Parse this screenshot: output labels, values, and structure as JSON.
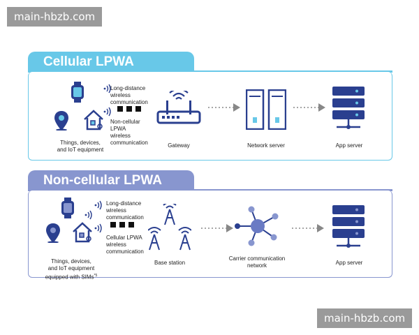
{
  "watermark_top": "main-hbzb.com",
  "watermark_bottom": "main-hbzb.com",
  "colors": {
    "cellular_accent": "#68c8e8",
    "noncellular_accent": "#8896cf",
    "icon": "#2a3f8f"
  },
  "cellular": {
    "title": "Cellular LPWA",
    "devices_label": "Things, devices,\nand IoT equipment",
    "long_distance_label": "Long-distance\nwireless\ncommunication",
    "noncellular_lpwa_label": "Non-cellular LPWA\nwireless\ncommunication",
    "gateway_label": "Gateway",
    "network_server_label": "Network server",
    "app_server_label": "App server"
  },
  "noncellular": {
    "title": "Non-cellular LPWA",
    "devices_label": "Things, devices,\nand IoT equipment\nequipped with SIMs",
    "sims_note": "*5",
    "long_distance_label": "Long-distance\nwireless\ncommunication",
    "cellular_lpwa_label": "Cellular LPWA\nwireless\ncommunication",
    "base_station_label": "Base station",
    "carrier_label": "Carrier communication\nnetwork",
    "app_server_label": "App server"
  }
}
